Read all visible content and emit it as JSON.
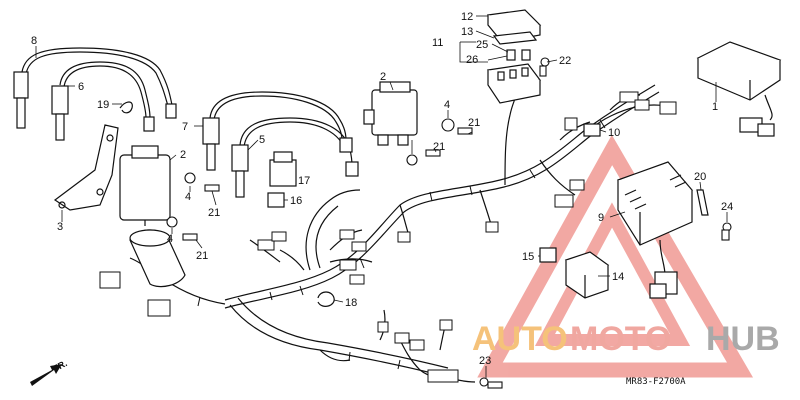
{
  "callouts": [
    {
      "id": "c8",
      "text": "8"
    },
    {
      "id": "c6",
      "text": "6"
    },
    {
      "id": "c19",
      "text": "19"
    },
    {
      "id": "c7",
      "text": "7"
    },
    {
      "id": "c2a",
      "text": "2"
    },
    {
      "id": "c2b",
      "text": "2"
    },
    {
      "id": "c5",
      "text": "5"
    },
    {
      "id": "c3",
      "text": "3"
    },
    {
      "id": "c4a",
      "text": "4"
    },
    {
      "id": "c4b",
      "text": "4"
    },
    {
      "id": "c4c",
      "text": "4"
    },
    {
      "id": "c21a",
      "text": "21"
    },
    {
      "id": "c21b",
      "text": "21"
    },
    {
      "id": "c21c",
      "text": "21"
    },
    {
      "id": "c21d",
      "text": "21"
    },
    {
      "id": "c17",
      "text": "17"
    },
    {
      "id": "c16",
      "text": "16"
    },
    {
      "id": "c12",
      "text": "12"
    },
    {
      "id": "c13",
      "text": "13"
    },
    {
      "id": "c11",
      "text": "11"
    },
    {
      "id": "c25",
      "text": "25"
    },
    {
      "id": "c26",
      "text": "26"
    },
    {
      "id": "c22",
      "text": "22"
    },
    {
      "id": "c1",
      "text": "1"
    },
    {
      "id": "c10",
      "text": "10"
    },
    {
      "id": "c20",
      "text": "20"
    },
    {
      "id": "c9",
      "text": "9"
    },
    {
      "id": "c24",
      "text": "24"
    },
    {
      "id": "c15",
      "text": "15"
    },
    {
      "id": "c14",
      "text": "14"
    },
    {
      "id": "c18",
      "text": "18"
    },
    {
      "id": "c23",
      "text": "23"
    }
  ],
  "diagram_code": "MR83-F2700A",
  "front_marker": "FR.",
  "watermark": {
    "part1": "AUTO",
    "part2": "MOTO",
    "part3": "HUB",
    "color1": "#f5c27a",
    "color2": "#f0a7a0",
    "color3": "#a9a9a9",
    "triangle_color": "#f09a94"
  }
}
